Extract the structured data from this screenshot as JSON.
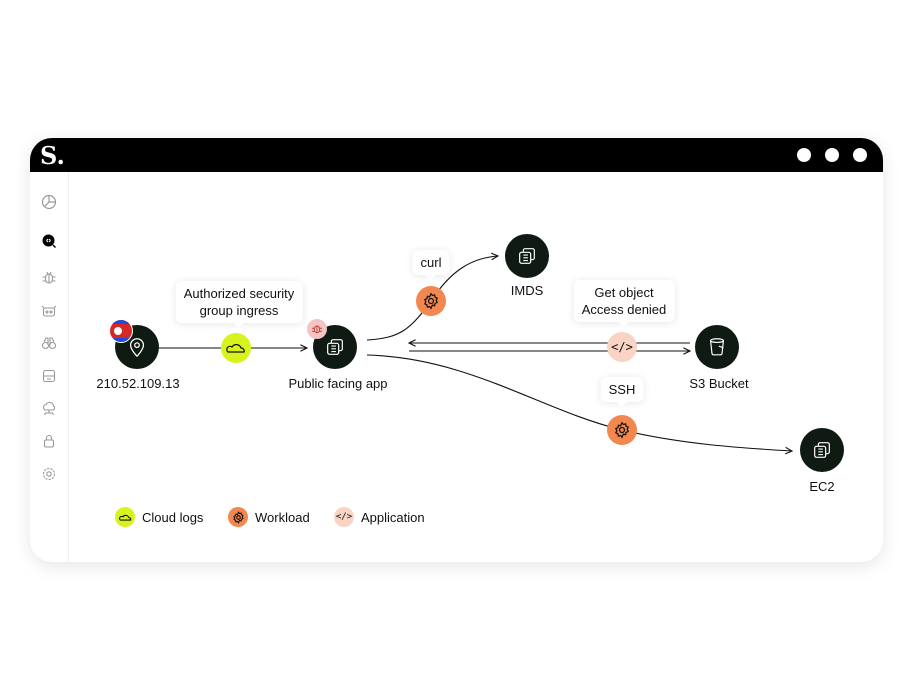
{
  "window": {
    "logo": "S."
  },
  "sidebar": {
    "items": [
      "dashboard-icon",
      "threat-search-icon",
      "bug-icon",
      "robot-icon",
      "binoculars-icon",
      "inbox-icon",
      "cloud-network-icon",
      "lock-icon",
      "gear-icon"
    ],
    "active_index": 1
  },
  "colors": {
    "dark": "#0f1a12",
    "cloud_logs": "#d9f21c",
    "workload": "#f2874f",
    "application": "#f9d3c3",
    "bug_badge": "#f3c4c4"
  },
  "nodes": {
    "ip": {
      "label": "210.52.109.13"
    },
    "app": {
      "label": "Public facing app"
    },
    "imds": {
      "label": "IMDS"
    },
    "s3": {
      "label": "S3 Bucket"
    },
    "ec2": {
      "label": "EC2"
    }
  },
  "edges": {
    "ingress": {
      "tooltip_line1": "Authorized security",
      "tooltip_line2": "group ingress"
    },
    "curl": {
      "tooltip": "curl"
    },
    "get_object": {
      "tooltip_line1": "Get object",
      "tooltip_line2": "Access denied"
    },
    "ssh": {
      "tooltip": "SSH"
    }
  },
  "legend": [
    {
      "label": "Cloud logs"
    },
    {
      "label": "Workload"
    },
    {
      "label": "Application"
    }
  ]
}
